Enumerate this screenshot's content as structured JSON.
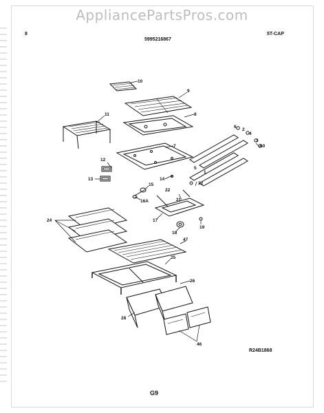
{
  "watermark": "AppliancePartsPros.com",
  "header": {
    "left_mark": "8",
    "part_number": "5995216867",
    "model_code": "5T-CAP"
  },
  "footer": {
    "drawing_code": "R24B1868",
    "page_mark": "G9"
  },
  "callouts": {
    "c1": "1",
    "c2": "2",
    "c3": "3",
    "c4": "4",
    "c5": "5",
    "c6": "6",
    "c7": "7",
    "c8": "8",
    "c9": "9",
    "c10": "10",
    "c11": "11",
    "c12": "12",
    "c13": "13",
    "c14": "14",
    "c15": "15",
    "c16a": "16A",
    "c17": "17",
    "c18": "18",
    "c19": "19",
    "c21": "21",
    "c22a": "22",
    "c22b": "22",
    "c24": "24",
    "c25": "25",
    "c26": "26",
    "c28": "28",
    "c46": "46",
    "c47": "47",
    "c60": "60"
  }
}
